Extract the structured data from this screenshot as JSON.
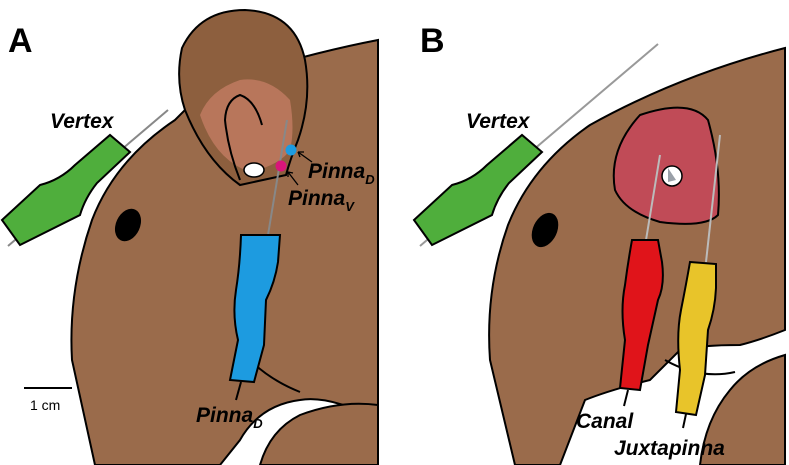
{
  "panels": {
    "a": {
      "letter": "A",
      "labels": {
        "vertex": "Vertex",
        "pinna_d_main": "Pinna",
        "pinna_d_sub": "D",
        "pinna_v_main": "Pinna",
        "pinna_v_sub": "V",
        "pinna_bottom_main": "Pinna",
        "pinna_bottom_sub": "D"
      },
      "scale_bar": "1 cm"
    },
    "b": {
      "letter": "B",
      "labels": {
        "vertex": "Vertex",
        "canal": "Canal",
        "juxtapinna": "Juxtapinna"
      }
    }
  },
  "colors": {
    "fur": "#9a6b4b",
    "ear_outer": "#8d5f3e",
    "ear_inner": "#bf7a60",
    "ear_removed": "#c04b57",
    "electrode_vertex": "#4fae3c",
    "electrode_pinna": "#1d9be0",
    "electrode_canal": "#e0141a",
    "electrode_juxtapinna": "#e8c42a",
    "marker_dorsal": "#1d9be0",
    "marker_ventral": "#d9157a"
  }
}
